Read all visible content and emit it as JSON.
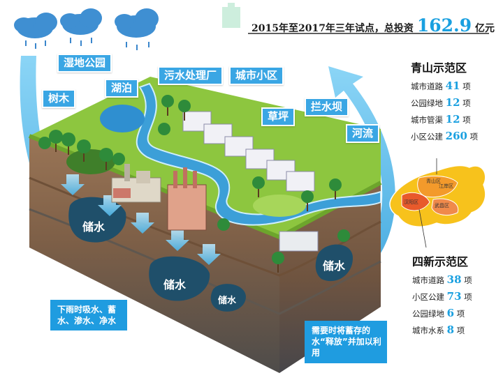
{
  "headline": {
    "prefix": "2015年至2017年三年试点，总投资",
    "amount": "162.9",
    "unit": "亿元"
  },
  "labels": {
    "wetland_park": "湿地公园",
    "trees": "树木",
    "lake": "湖泊",
    "sewage_plant": "污水处理厂",
    "community": "城市小区",
    "lawn": "草坪",
    "dam": "拦水坝",
    "river": "河流"
  },
  "storage_label": "储水",
  "callouts": {
    "rain": "下雨时吸水、蓄水、渗水、净水",
    "release": "需要时将蓄存的水“释放”并加以利用"
  },
  "qingshan": {
    "title": "青山示范区",
    "rows": [
      {
        "label": "城市道路",
        "num": "41",
        "unit": "项"
      },
      {
        "label": "公园绿地",
        "num": "12",
        "unit": "项"
      },
      {
        "label": "城市管渠",
        "num": "12",
        "unit": "项"
      },
      {
        "label": "小区公建",
        "num": "260",
        "unit": "项"
      }
    ]
  },
  "sixin": {
    "title": "四新示范区",
    "rows": [
      {
        "label": "城市道路",
        "num": "38",
        "unit": "项"
      },
      {
        "label": "小区公建",
        "num": "73",
        "unit": "项"
      },
      {
        "label": "公园绿地",
        "num": "6",
        "unit": "项"
      },
      {
        "label": "城市水系",
        "num": "8",
        "unit": "项"
      }
    ]
  },
  "map_labels": {
    "qingshan": "青山区",
    "wuchang": "武昌区",
    "hanyang": "汉阳区",
    "jiangan": "江岸区"
  },
  "colors": {
    "accent": "#1aa0e0",
    "grass": "#8dc63f",
    "water": "#3c9fd8",
    "soil": "#8a6a4e",
    "map": "#f7c21c"
  }
}
